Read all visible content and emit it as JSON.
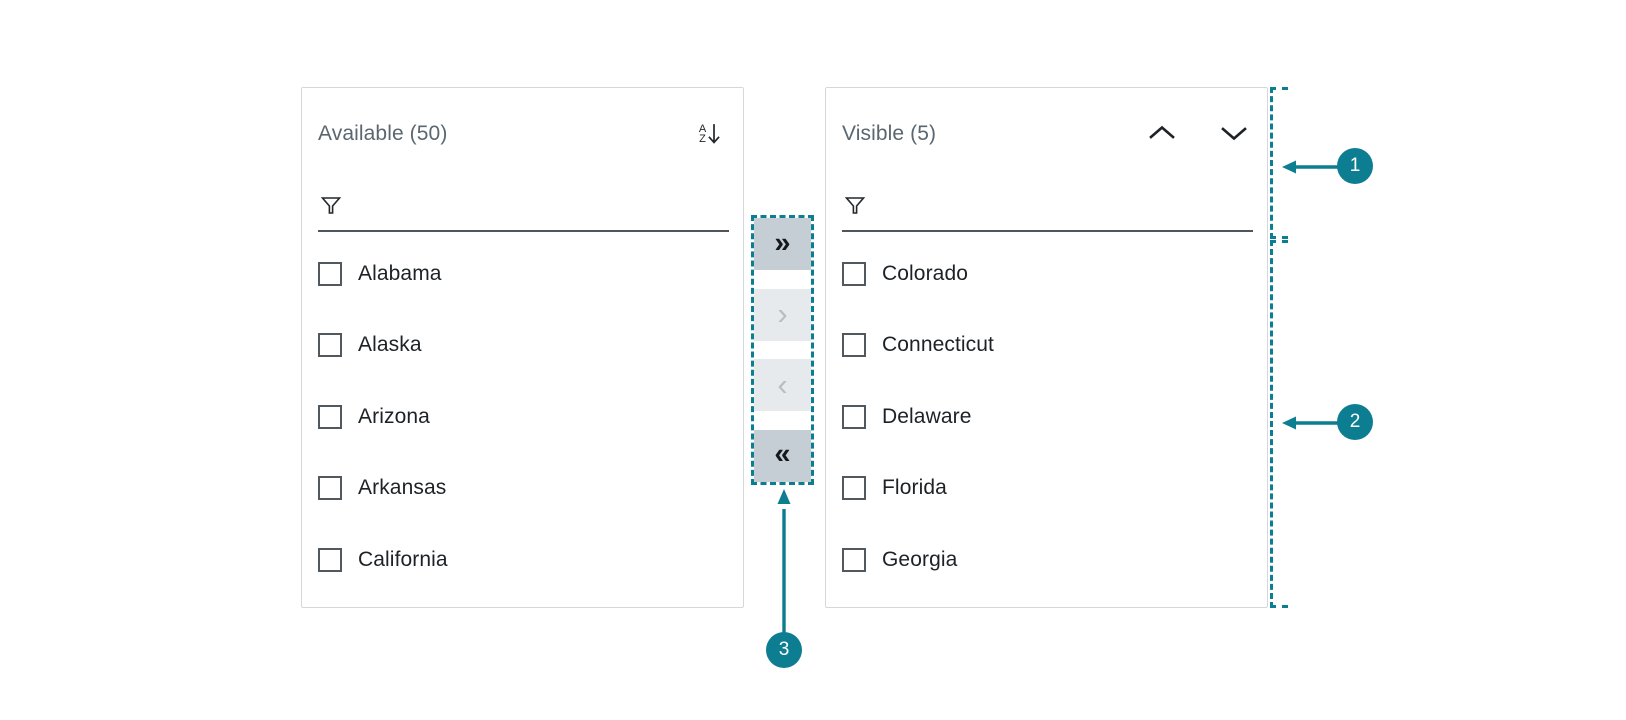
{
  "component": {
    "name": "Pick List / Dual List Box",
    "accent_color": "#0d7e91",
    "panel_border_color": "#d4d8dc"
  },
  "available_panel": {
    "title": "Available (50)",
    "sort_icon": "sort-alpha-ascending-icon",
    "sort_letters_top": "A",
    "sort_letters_bottom": "Z",
    "sort_arrow": "↓",
    "filter": {
      "icon": "filter-funnel-icon",
      "value": "",
      "placeholder": ""
    },
    "items": [
      {
        "label": "Alabama",
        "checked": false
      },
      {
        "label": "Alaska",
        "checked": false
      },
      {
        "label": "Arizona",
        "checked": false
      },
      {
        "label": "Arkansas",
        "checked": false
      },
      {
        "label": "California",
        "checked": false
      }
    ]
  },
  "visible_panel": {
    "title": "Visible (5)",
    "move_up_icon": "chevron-up-icon",
    "move_down_icon": "chevron-down-icon",
    "filter": {
      "icon": "filter-funnel-icon",
      "value": "",
      "placeholder": ""
    },
    "items": [
      {
        "label": "Colorado",
        "checked": false
      },
      {
        "label": "Connecticut",
        "checked": false
      },
      {
        "label": "Delaware",
        "checked": false
      },
      {
        "label": "Florida",
        "checked": false
      },
      {
        "label": "Georgia",
        "checked": false
      }
    ]
  },
  "transfer_buttons": [
    {
      "name": "move-all-right-button",
      "glyph": "»",
      "icon": "double-chevron-right-icon",
      "state": "enabled"
    },
    {
      "name": "move-selected-right-button",
      "glyph": "›",
      "icon": "chevron-right-icon",
      "state": "disabled"
    },
    {
      "name": "move-selected-left-button",
      "glyph": "‹",
      "icon": "chevron-left-icon",
      "state": "disabled"
    },
    {
      "name": "move-all-left-button",
      "glyph": "«",
      "icon": "double-chevron-left-icon",
      "state": "enabled"
    }
  ],
  "annotations": [
    {
      "number": "1",
      "target": "visible-panel-header-region"
    },
    {
      "number": "2",
      "target": "visible-panel-list-region"
    },
    {
      "number": "3",
      "target": "transfer-buttons-region"
    }
  ]
}
